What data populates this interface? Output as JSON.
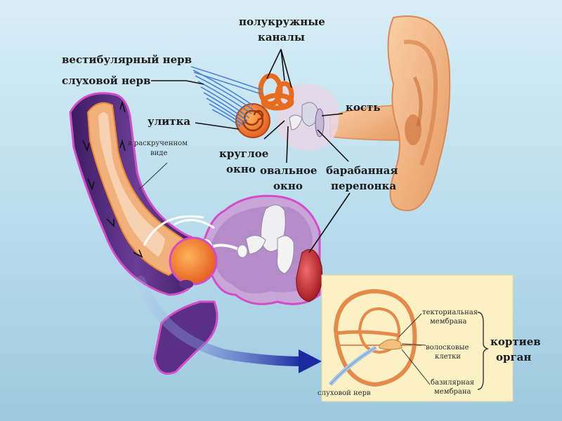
{
  "labels": {
    "semicircular_canals_line1": "полукружные",
    "semicircular_canals_line2": "каналы",
    "vestibular_nerve": "вестибулярный нерв",
    "auditory_nerve": "слуховой нерв",
    "bone": "кость",
    "cochlea": "улитка",
    "unrolled_line1": "в раскрученном",
    "unrolled_line2": "виде",
    "round_window_line1": "круглое",
    "round_window_line2": "окно",
    "oval_window_line1": "овальное",
    "oval_window_line2": "окно",
    "eardrum_line1": "барабанная",
    "eardrum_line2": "перепонка"
  },
  "inset": {
    "tectorial_line1": "текториальная",
    "tectorial_line2": "мембрана",
    "hair_cells_line1": "волосковые",
    "hair_cells_line2": "клетки",
    "basilar_line1": "базилярная",
    "basilar_line2": "мембрана",
    "auditory_nerve": "слуховой нерв",
    "corti_line1": "кортиев",
    "corti_line2": "орган"
  },
  "colors": {
    "background_top": "#c9e6f2",
    "background_bottom": "#a9cfe3",
    "cochlea_purple": "#4f2a7a",
    "cochlea_orange": "#f08a2a",
    "skin": "#f5b98a",
    "eardrum_red": "#c8202a",
    "arrow_blue": "#2334a8",
    "inset_bg": "#fdf2c8"
  }
}
